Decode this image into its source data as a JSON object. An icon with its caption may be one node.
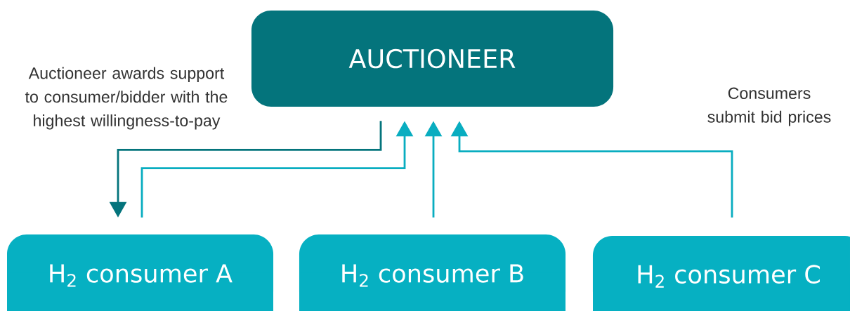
{
  "diagram": {
    "nodes": [
      {
        "text": [
          "AUCTIONEER"
        ]
      },
      {
        "text": [
          "H$_{2}$ consumer A"
        ]
      },
      {
        "text": [
          "H$_{2}$ consumer B"
        ]
      },
      {
        "text": [
          "H$_{2}$ consumer C"
        ]
      }
    ],
    "edges": [
      {
        "from": 0,
        "to": 1,
        "arrow": "to",
        "color": "#04747c"
      },
      {
        "from": 1,
        "to": 0,
        "arrow": "to"
      },
      {
        "from": 2,
        "to": 0,
        "arrow": "to"
      },
      {
        "from": 3,
        "to": 0,
        "arrow": "to"
      }
    ],
    "labels": [
      "Auctioneer awards support to consumer/bidder with the highest willingness-to-pay",
      "Consumers submit bid prices"
    ]
  }
}
